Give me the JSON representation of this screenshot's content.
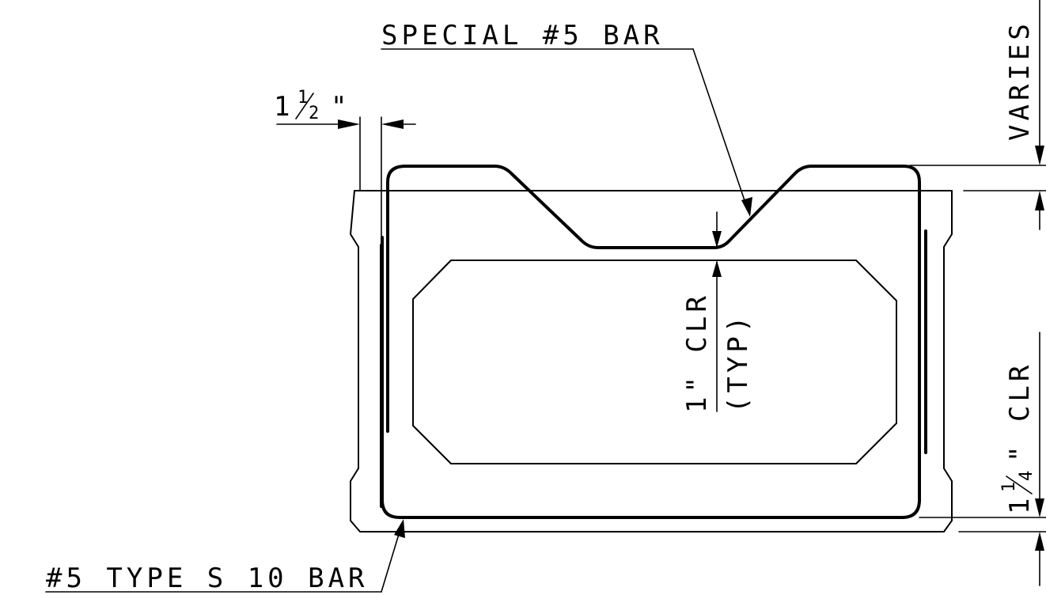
{
  "labels": {
    "special_bar": "SPECIAL #5 BAR",
    "type_s10_bar": "#5 TYPE S 10 BAR",
    "varies": "VARIES",
    "clr_1_line1": "1\" CLR",
    "clr_1_line2": "(TYP)",
    "clr_1_1_4": {
      "whole": "1",
      "numerator": "1",
      "denominator": "4",
      "suffix": "\" CLR"
    },
    "dim_1_1_2": {
      "whole": "1",
      "numerator": "1",
      "denominator": "2",
      "suffix": "\""
    }
  },
  "colors": {
    "line": "#000000",
    "background": "#ffffff"
  }
}
